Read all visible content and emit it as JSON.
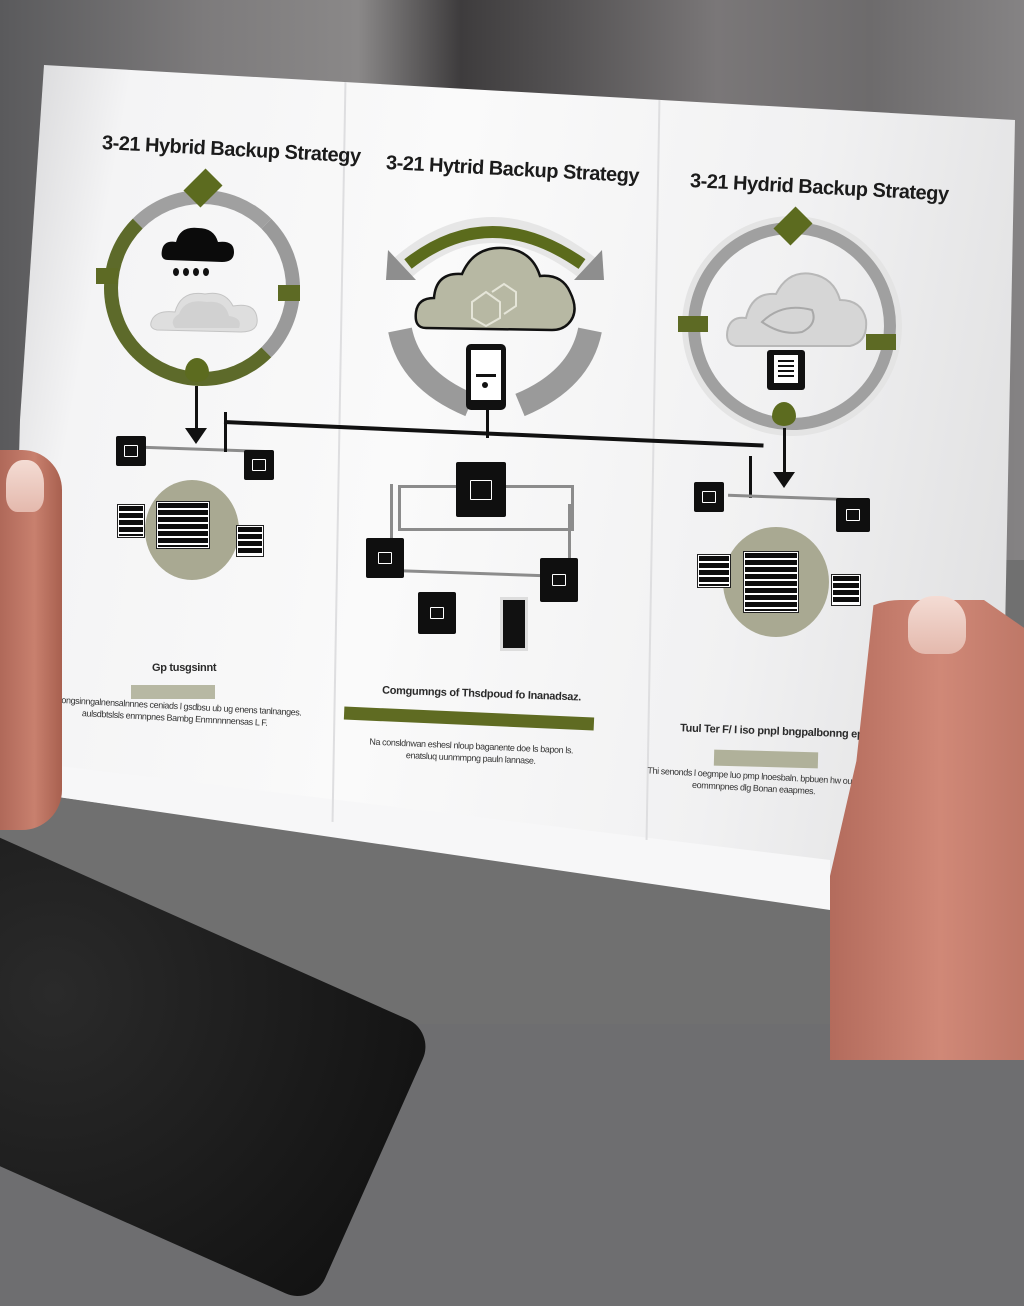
{
  "scene": {
    "description": "Hands holding a printed three-panel infographic",
    "background_color": "#6e6e70",
    "accent_olive": "#5c6b1f",
    "accent_khaki": "#a9a992",
    "ink": "#111111"
  },
  "infographic": {
    "panels": [
      {
        "title": "3-21 Hybrid Backup Strategy",
        "top_graphic": "ring with rain cloud and overlapping clouds",
        "bottom_graphic": "server cluster on khaki disc",
        "caption": "Gp tusgsinnt",
        "bar_color": "#b7b8a3",
        "body_text": "Dalongsinngalnensalnnnes ceniads l gsdbsu ub ug enens tanlnanges. aulsdbtslsls enmnpnes Bambg Enmnnnnensas L F."
      },
      {
        "title": "3-21 Hytrid Backup Strategy",
        "top_graphic": "cloud with circular sync arrows and mobile device",
        "bottom_graphic": "network tree of nodes",
        "caption": "Comgumngs of Thsdpoud fo Inanadsaz.",
        "bar_color": "#5f6b22",
        "body_text": "Na consldnwan eshesl nloup baganente doe ls bapon ls. enatsluq uunmmpng pauln lannase."
      },
      {
        "title": "3-21 Hydrid Backup Strategy",
        "top_graphic": "ring with cloud and document device",
        "bottom_graphic": "server cluster on khaki disc",
        "caption": "Tuul Ter F/ I iso pnpl bngpalbonng eparsak.",
        "bar_color": "#b0b19a",
        "body_text": "Thi senonds l oegmpe luo pmp lnoesbaln. bpbuen hw ouop eommnpnes dlg Bonan eaapmes."
      }
    ]
  }
}
